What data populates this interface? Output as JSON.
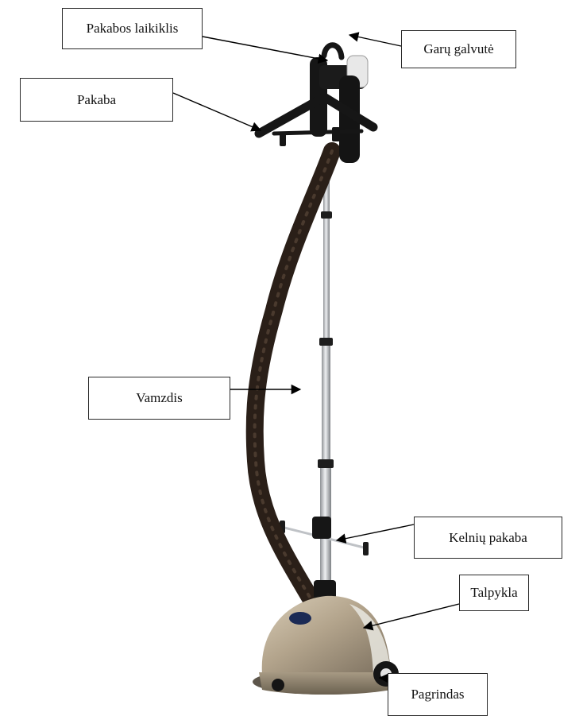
{
  "colors": {
    "hose": "#2a1f18",
    "pole": "#b9bcc0",
    "base_body": "#b3a48c",
    "base_shadow": "#7c705f",
    "plastic": "#161616",
    "arrow": "#000000"
  },
  "labels": {
    "hanger_holder": "Pakabos laikiklis",
    "steam_head": "Garų galvutė",
    "hanger": "Pakaba",
    "hose": "Vamzdis",
    "trouser_hanger": "Kelnių pakaba",
    "tank": "Talpykla",
    "base": "Pagrindas"
  }
}
